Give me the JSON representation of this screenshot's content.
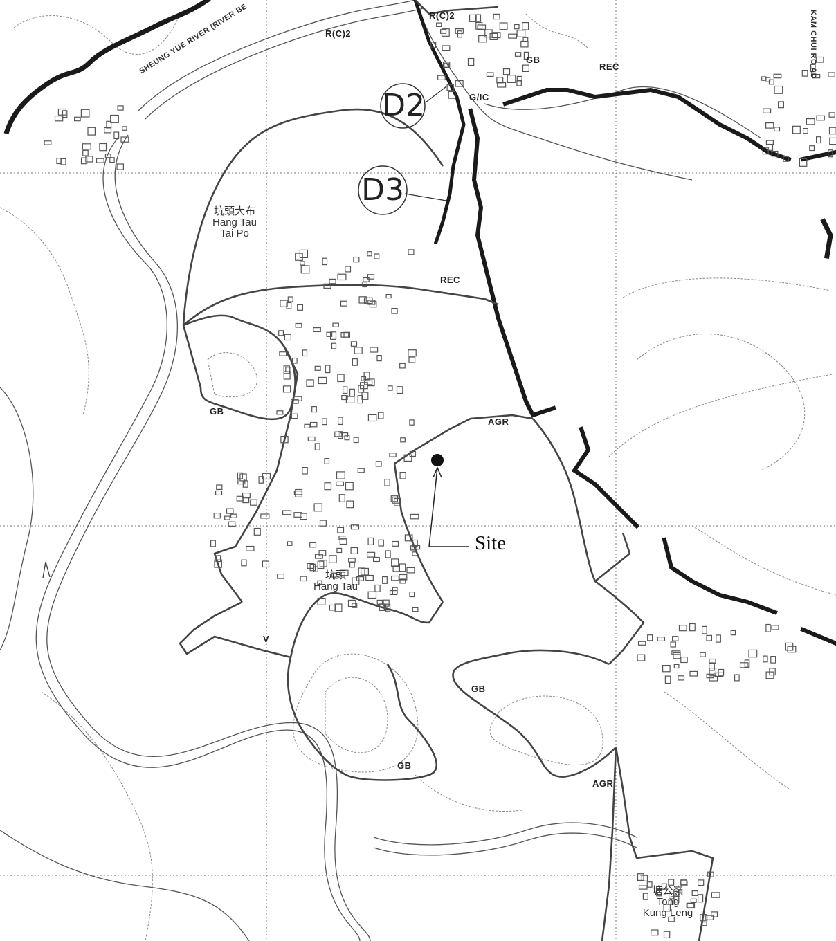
{
  "map": {
    "site_label": "Site",
    "circled_labels": {
      "d2": "D2",
      "d3": "D3"
    },
    "zones": {
      "rc2_top": "R(C)2",
      "rc2_left": "R(C)2",
      "gb_top": "GB",
      "gic": "G/IC",
      "rec_top": "REC",
      "rec_mid": "REC",
      "gb_left": "GB",
      "agr_mid": "AGR",
      "v": "V",
      "gb_right": "GB",
      "gb_bottom": "GB",
      "agr_bottom": "AGR"
    },
    "places": {
      "hang_tau_tai_po": {
        "chinese": "坑頭大布",
        "english_1": "Hang Tau",
        "english_2": "Tai Po"
      },
      "hang_tau": {
        "chinese": "坑頭",
        "english": "Hang Tau"
      },
      "tong_kung_leng": {
        "chinese": "塘公嶺",
        "english_1": "Tong",
        "english_2": "Kung Leng"
      }
    },
    "roads": {
      "sheung_yue": "SHEUNG YUE RIVER (RIVER BE",
      "kam_chui": "KAM CHUI RO AD"
    },
    "colors": {
      "boundary": "#444444",
      "paper": "#ffffff",
      "ink": "#222222"
    }
  }
}
